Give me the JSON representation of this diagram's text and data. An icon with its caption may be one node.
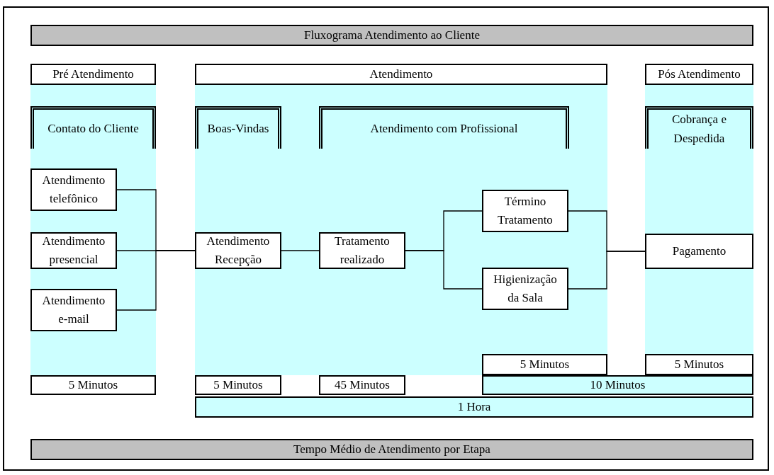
{
  "diagram": {
    "nodes": [
      {
        "text": [
          "Fluxograma Atendimento ao Cliente"
        ]
      },
      {
        "text": [
          "Pré Atendimento"
        ]
      },
      {
        "text": [],
        "shape": "band"
      },
      {
        "text": [
          "Contato do Cliente"
        ],
        "in": 2
      },
      {
        "text": [
          "Atendimento telefônico"
        ],
        "in": 2
      },
      {
        "text": [
          "Atendimento presencial"
        ],
        "in": 2
      },
      {
        "text": [
          "Atendimento e-mail"
        ],
        "in": 2
      },
      {
        "text": [
          "5 Minutos"
        ]
      },
      {
        "text": [
          "Atendimento"
        ]
      },
      {
        "text": [],
        "shape": "band"
      },
      {
        "text": [
          "Boas-Vindas"
        ],
        "in": 9
      },
      {
        "text": [
          "Atendimento com Profissional"
        ],
        "in": 9
      },
      {
        "text": [
          "Atendimento Recepção"
        ],
        "in": 9
      },
      {
        "text": [
          "Tratamento realizado"
        ],
        "in": 9
      },
      {
        "text": [
          "Término Tratamento"
        ],
        "in": 9
      },
      {
        "text": [
          "Higienização da Sala"
        ],
        "in": 9
      },
      {
        "text": [
          "5 Minutos"
        ],
        "in": 9
      },
      {
        "text": [
          "Pós Atendimento"
        ]
      },
      {
        "text": [],
        "shape": "band"
      },
      {
        "text": [
          "Cobrança e Despedida"
        ],
        "in": 18
      },
      {
        "text": [
          "Pagamento"
        ],
        "in": 18
      },
      {
        "text": [
          "5 Minutos"
        ],
        "in": 18
      },
      {
        "text": [
          "5 Minutos"
        ]
      },
      {
        "text": [
          "45 Minutos"
        ]
      },
      {
        "text": [
          "10 Minutos"
        ]
      },
      {
        "text": [
          "1 Hora"
        ]
      },
      {
        "text": [
          "Tempo Médio de Atendimento por Etapa"
        ]
      }
    ],
    "edges": [
      {
        "from": 4,
        "to": 12,
        "arrow": "none"
      },
      {
        "from": 5,
        "to": 12,
        "arrow": "none"
      },
      {
        "from": 6,
        "to": 12,
        "arrow": "none"
      },
      {
        "from": 12,
        "to": 13,
        "arrow": "none"
      },
      {
        "from": 13,
        "to": 14,
        "arrow": "none"
      },
      {
        "from": 13,
        "to": 15,
        "arrow": "none"
      },
      {
        "from": 14,
        "to": 20,
        "arrow": "none"
      },
      {
        "from": 15,
        "to": 20,
        "arrow": "none"
      }
    ]
  }
}
